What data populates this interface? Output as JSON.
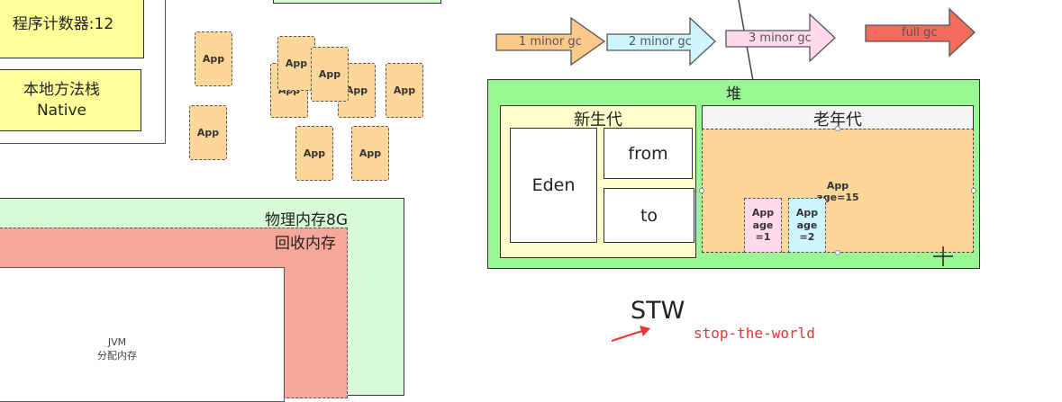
{
  "left_stack": {
    "program_counter": "程序计数器:12",
    "native_stack_line1": "本地方法栈",
    "native_stack_line2": "Native"
  },
  "app_label": "App",
  "memory": {
    "physical_label": "物理内存8G",
    "reclaim_label": "回收内存",
    "jvm_line1": "JVM",
    "jvm_line2": "分配内存"
  },
  "gc_arrows": [
    {
      "label": "1 minor gc",
      "color": "#fcc98a"
    },
    {
      "label": "2 minor gc",
      "color": "#cdf6ff"
    },
    {
      "label": "3 minor gc",
      "color": "#ffd9ec"
    },
    {
      "label": "full gc",
      "color": "#f26b5b"
    }
  ],
  "heap": {
    "title": "堆",
    "young_gen": "新生代",
    "eden": "Eden",
    "from": "from",
    "to": "to",
    "old_gen": "老年代",
    "old_app_line1": "App",
    "old_app_line2": "age=15",
    "app_age1": "App\nage\n=1",
    "app_age2": "App\nage\n=2"
  },
  "stw": {
    "title": "STW",
    "subtitle": "stop-the-world"
  },
  "colors": {
    "heap_green": "#99f893",
    "young_yellow": "#ffffcc",
    "old_orange": "#fdd79a",
    "physical_green": "#d7fbd7",
    "reclaim_red": "#f8a89b",
    "stw_red": "#e83535"
  }
}
